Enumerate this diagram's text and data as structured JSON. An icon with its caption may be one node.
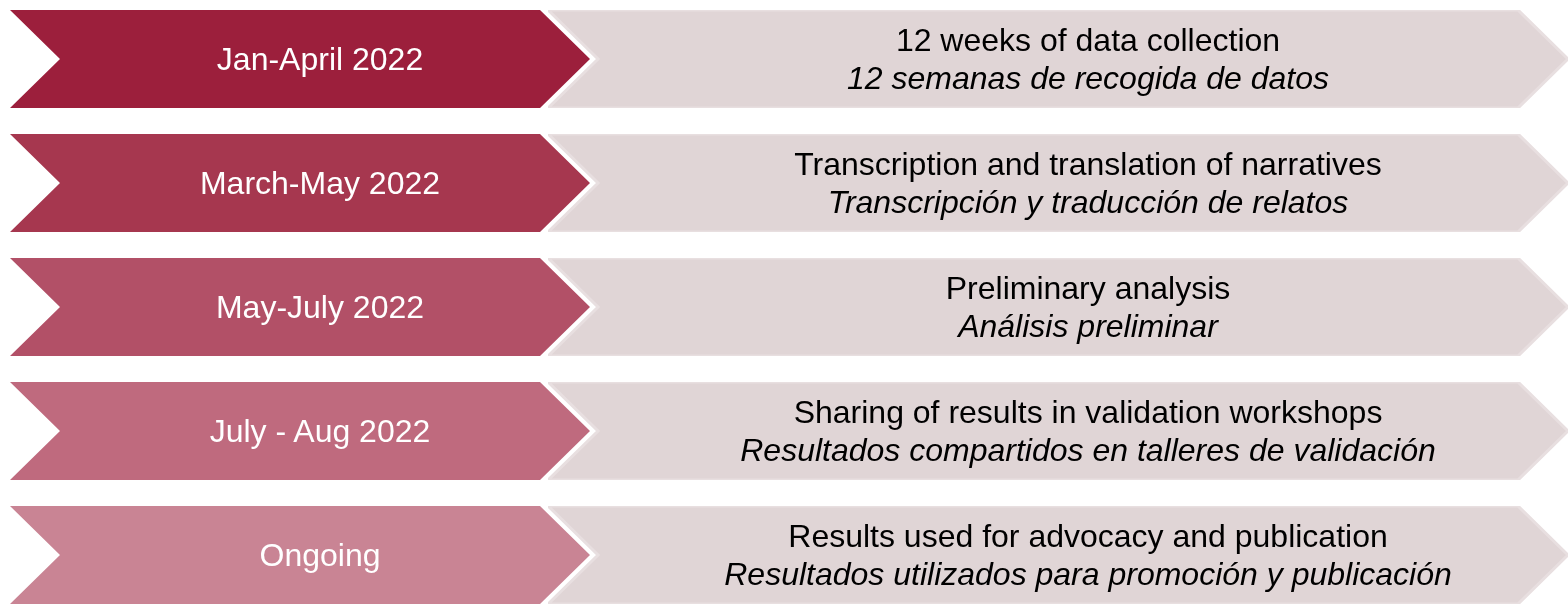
{
  "diagram": {
    "nodes": [
      {
        "text": [
          "Jan-April 2022"
        ]
      },
      {
        "text": [
          "12 weeks of data collection",
          "12 semanas de recogida de datos"
        ]
      },
      {
        "text": [
          "March-May 2022"
        ]
      },
      {
        "text": [
          "Transcription and translation of narratives",
          "Transcripción y traducción de relatos"
        ]
      },
      {
        "text": [
          "May-July 2022"
        ]
      },
      {
        "text": [
          "Preliminary analysis",
          "Análisis preliminar"
        ]
      },
      {
        "text": [
          "July - Aug 2022"
        ]
      },
      {
        "text": [
          "Sharing of results in validation workshops",
          "Resultados compartidos en talleres de validación"
        ]
      },
      {
        "text": [
          "Ongoing"
        ]
      },
      {
        "text": [
          "Results used for advocacy and publication",
          "Resultados utilizados para promoción y publicación"
        ]
      }
    ]
  }
}
